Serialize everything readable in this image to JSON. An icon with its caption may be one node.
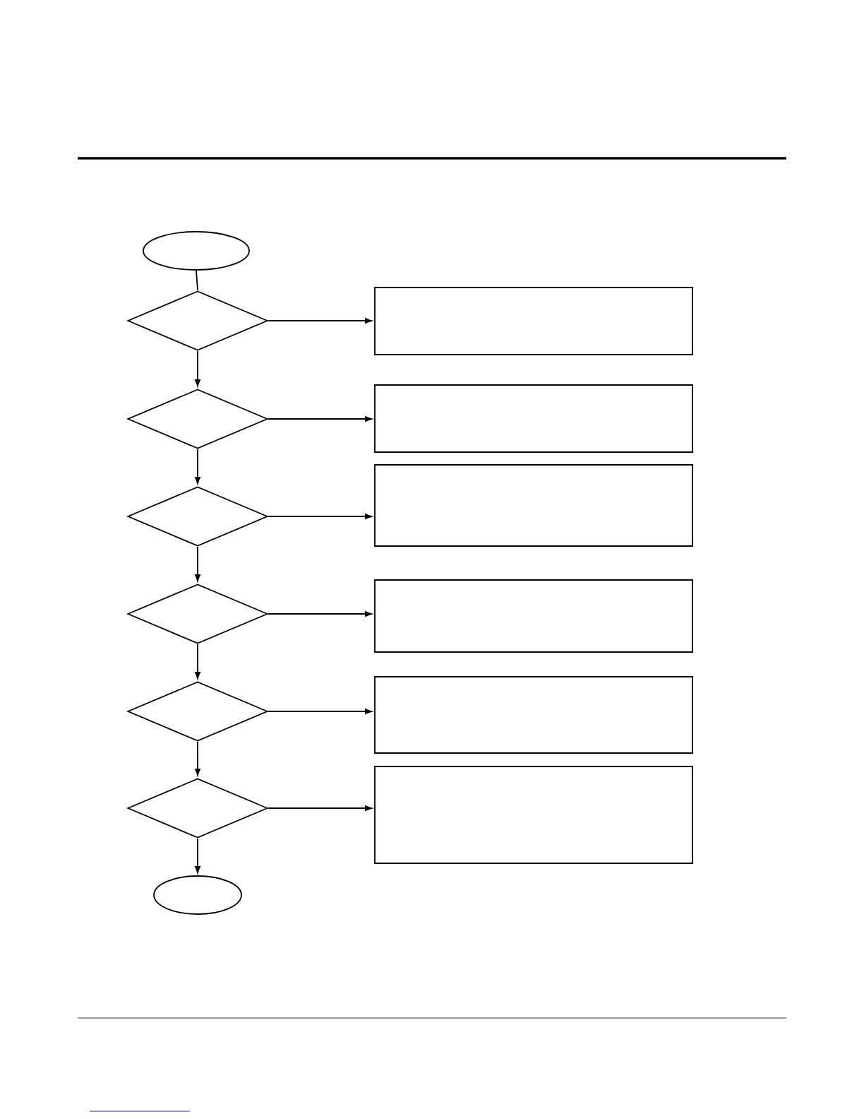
{
  "diagram": {
    "nodes": [
      {
        "text": [],
        "shape": "ellipse"
      },
      {
        "text": [],
        "shape": "diamond"
      },
      {
        "text": [],
        "shape": "diamond"
      },
      {
        "text": [],
        "shape": "diamond"
      },
      {
        "text": [],
        "shape": "diamond"
      },
      {
        "text": [],
        "shape": "diamond"
      },
      {
        "text": [],
        "shape": "diamond"
      },
      {
        "text": [],
        "shape": "box"
      },
      {
        "text": [],
        "shape": "box"
      },
      {
        "text": [],
        "shape": "box"
      },
      {
        "text": [],
        "shape": "box"
      },
      {
        "text": [],
        "shape": "box"
      },
      {
        "text": [],
        "shape": "box"
      },
      {
        "text": [],
        "shape": "ellipse"
      }
    ],
    "edges": [
      {
        "from": 0,
        "to": 1,
        "arrow": "none"
      },
      {
        "from": 1,
        "to": 7,
        "arrow": "to"
      },
      {
        "from": 1,
        "to": 2,
        "arrow": "to"
      },
      {
        "from": 2,
        "to": 8,
        "arrow": "to"
      },
      {
        "from": 2,
        "to": 3,
        "arrow": "to"
      },
      {
        "from": 3,
        "to": 9,
        "arrow": "to"
      },
      {
        "from": 3,
        "to": 4,
        "arrow": "to"
      },
      {
        "from": 4,
        "to": 10,
        "arrow": "to"
      },
      {
        "from": 4,
        "to": 5,
        "arrow": "to"
      },
      {
        "from": 5,
        "to": 11,
        "arrow": "to"
      },
      {
        "from": 5,
        "to": 6,
        "arrow": "to"
      },
      {
        "from": 6,
        "to": 12,
        "arrow": "to"
      },
      {
        "from": 6,
        "to": 13,
        "arrow": "to"
      }
    ]
  }
}
